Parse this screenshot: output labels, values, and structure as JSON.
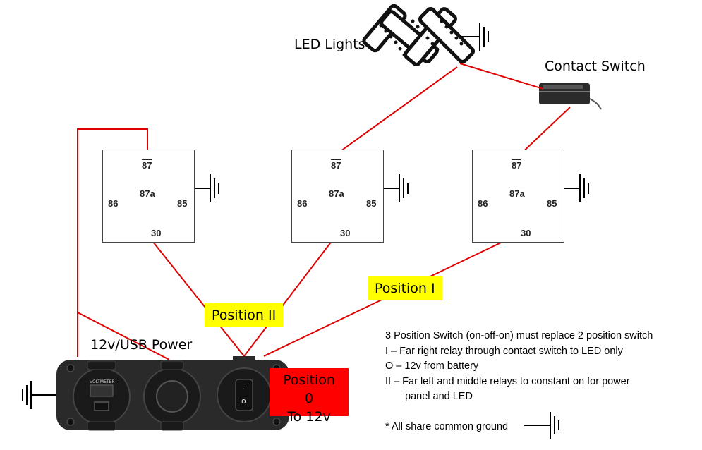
{
  "labels": {
    "led_lights": "LED Lights",
    "contact_switch": "Contact Switch",
    "power_panel": "12v/USB Power"
  },
  "relays": [
    {
      "pin_87": "87",
      "pin_87a": "87a",
      "pin_86": "86",
      "pin_85": "85",
      "pin_30": "30"
    },
    {
      "pin_87": "87",
      "pin_87a": "87a",
      "pin_86": "86",
      "pin_85": "85",
      "pin_30": "30"
    },
    {
      "pin_87": "87",
      "pin_87a": "87a",
      "pin_86": "86",
      "pin_85": "85",
      "pin_30": "30"
    }
  ],
  "tags": {
    "position_1": "Position I",
    "position_2": "Position II",
    "position_0_line1": "Position 0",
    "position_0_line2": "To 12v"
  },
  "notes": {
    "line1": "3 Position Switch (on-off-on) must replace 2 position switch",
    "line2": "I – Far right relay through contact switch to LED only",
    "line3": "O – 12v from battery",
    "line4": "II – Far left and middle relays to constant on for power",
    "line5": "panel and LED",
    "line6": "* All share common ground"
  },
  "panel": {
    "voltmeter_label": "VOLTMETER",
    "switch_on": "I",
    "switch_off": "o"
  },
  "colors": {
    "wire": "#e00000",
    "ground": "#000000",
    "position_tag": "#ffff00",
    "position_0_tag": "#ff0000",
    "panel": "#2a2a2a"
  }
}
